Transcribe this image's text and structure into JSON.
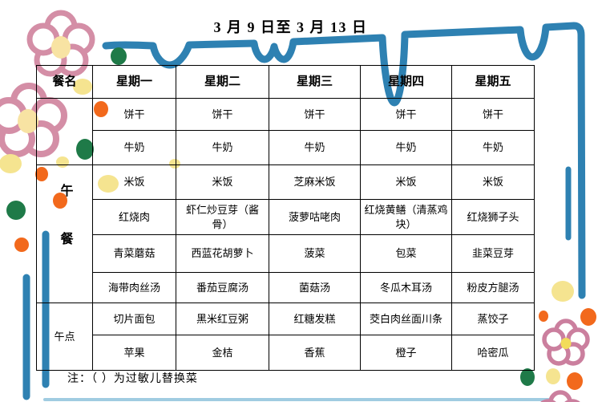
{
  "title": "3 月 9 日至 3 月 13 日",
  "note": "注：（  ）为过敏儿替换菜",
  "table": {
    "corner_header": "餐名",
    "day_headers": [
      "星期一",
      "星期二",
      "星期三",
      "星期四",
      "星期五"
    ],
    "sections": [
      {
        "label": "",
        "rows": [
          [
            "饼干",
            "饼干",
            "饼干",
            "饼干",
            "饼干"
          ],
          [
            "牛奶",
            "牛奶",
            "牛奶",
            "牛奶",
            "牛奶"
          ]
        ]
      },
      {
        "label": "午餐",
        "rows": [
          [
            "米饭",
            "米饭",
            "芝麻米饭",
            "米饭",
            "米饭"
          ],
          [
            "红烧肉",
            "虾仁炒豆芽（酱骨）",
            "菠萝咕咾肉",
            "红烧黄鳝（清蒸鸡块）",
            "红烧狮子头"
          ],
          [
            "青菜蘑菇",
            "西蓝花胡萝卜",
            "菠菜",
            "包菜",
            "韭菜豆芽"
          ],
          [
            "海带肉丝汤",
            "番茄豆腐汤",
            "菌菇汤",
            "冬瓜木耳汤",
            "粉皮方腿汤"
          ]
        ]
      },
      {
        "label": "午点",
        "rows": [
          [
            "切片面包",
            "黑米红豆粥",
            "红糖发糕",
            "茭白肉丝面川条",
            "蒸饺子"
          ],
          [
            "苹果",
            "金桔",
            "香蕉",
            "橙子",
            "哈密瓜"
          ]
        ]
      }
    ]
  },
  "colors": {
    "frame_blue": "#2e81b2",
    "frame_blue_light": "#8fc3dc",
    "flower_pink": "#d48ea6",
    "flower_center_cream": "#f8e3a3",
    "flower_center_yellow": "#f2dc5a",
    "dot_yellow": "#f5e490",
    "dot_orange": "#f2691c",
    "dot_green": "#1f7a48",
    "table_border": "#000000"
  }
}
